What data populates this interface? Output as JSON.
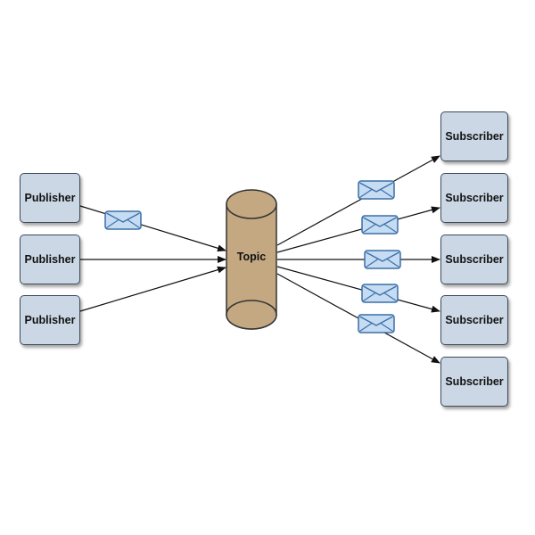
{
  "publishers": [
    {
      "label": "Publisher"
    },
    {
      "label": "Publisher"
    },
    {
      "label": "Publisher"
    }
  ],
  "topic": {
    "label": "Topic"
  },
  "subscribers": [
    {
      "label": "Subscriber"
    },
    {
      "label": "Subscriber"
    },
    {
      "label": "Subscriber"
    },
    {
      "label": "Subscriber"
    },
    {
      "label": "Subscriber"
    }
  ],
  "colors": {
    "box_fill": "#cbd7e4",
    "box_border": "#3d4b5a",
    "topic_fill": "#c4a882",
    "envelope_fill": "#c6dcf2",
    "envelope_border": "#3a6ea8",
    "arrow": "#111111"
  },
  "icons": {
    "message": "envelope-icon"
  }
}
